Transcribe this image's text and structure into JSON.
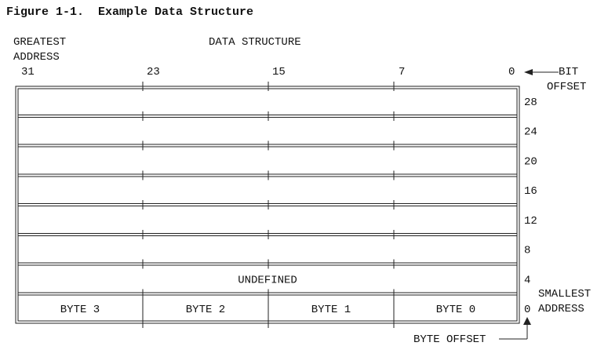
{
  "figure": {
    "title": "Figure 1-1.  Example Data Structure",
    "greatest_line1": "GREATEST",
    "greatest_line2": "ADDRESS",
    "heading": "DATA STRUCTURE",
    "bit_label_line1": "BIT",
    "bit_label_line2": "OFFSET",
    "smallest_line1": "SMALLEST",
    "smallest_line2": "ADDRESS",
    "byte_offset_label": "BYTE OFFSET"
  },
  "bit_ticks": [
    "31",
    "23",
    "15",
    "7",
    "0"
  ],
  "rows": [
    {
      "offset": "28",
      "cells": []
    },
    {
      "offset": "24",
      "cells": []
    },
    {
      "offset": "20",
      "cells": []
    },
    {
      "offset": "16",
      "cells": []
    },
    {
      "offset": "12",
      "cells": []
    },
    {
      "offset": "8",
      "cells": []
    },
    {
      "offset": "4",
      "cells": [
        "UNDEFINED"
      ]
    },
    {
      "offset": "0",
      "cells": [
        "BYTE 3",
        "BYTE 2",
        "BYTE 1",
        "BYTE 0"
      ]
    }
  ]
}
